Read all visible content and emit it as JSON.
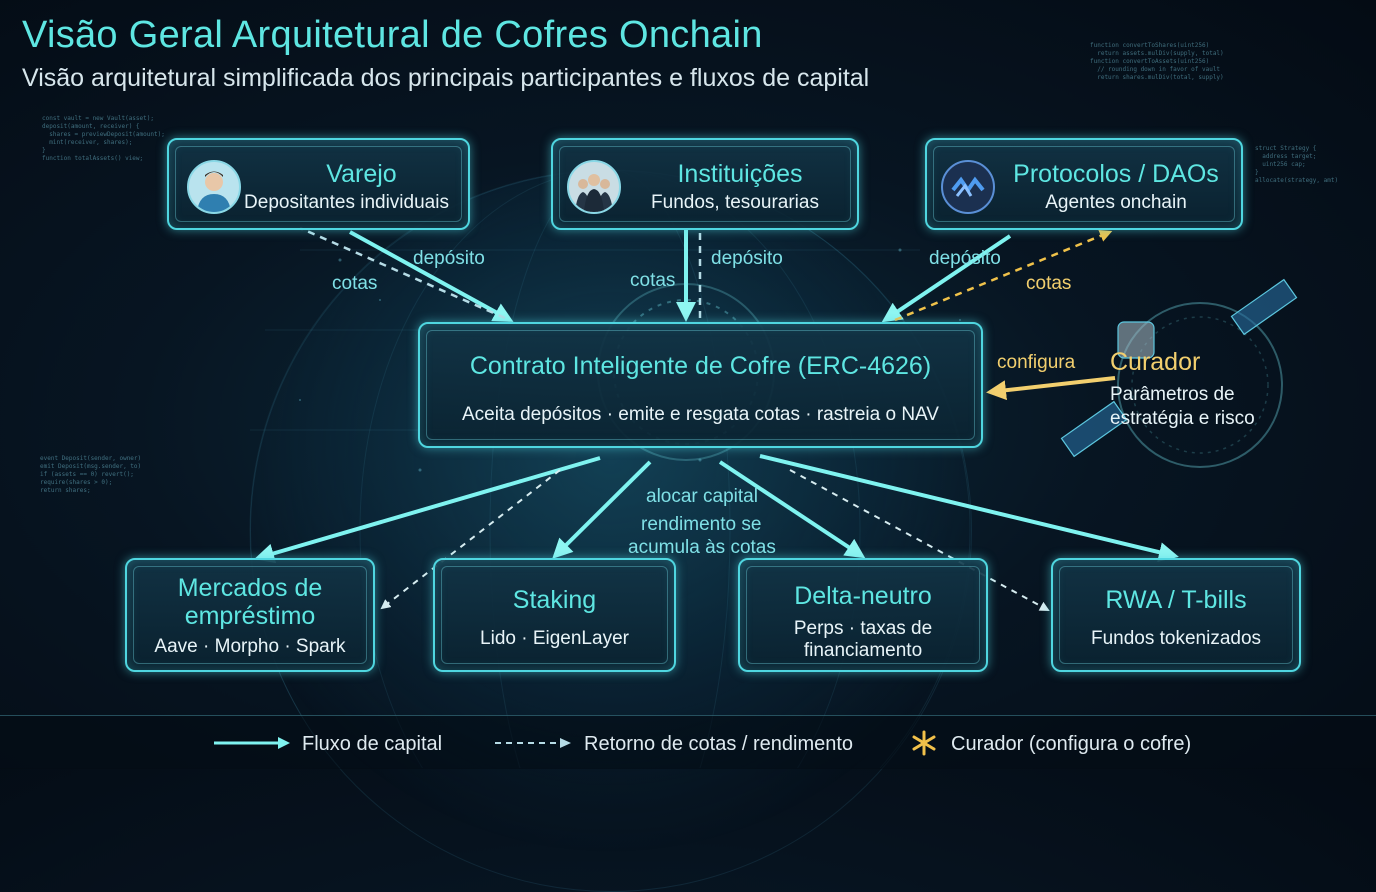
{
  "title": "Visão Geral Arquitetural de Cofres Onchain",
  "subtitle": "Visão arquitetural simplificada dos principais participantes e fluxos de capital",
  "participants": [
    {
      "title": "Varejo",
      "sub": "Depositantes individuais",
      "icon": "person-icon"
    },
    {
      "title": "Instituições",
      "sub": "Fundos, tesourarias",
      "icon": "business-people-icon"
    },
    {
      "title": "Protocolos / DAOs",
      "sub": "Agentes onchain",
      "icon": "protocol-logo-icon"
    }
  ],
  "vault": {
    "title": "Contrato Inteligente de Cofre (ERC-4626)",
    "sub": "Aceita depósitos · emite e resgata cotas · rastreia o NAV"
  },
  "curator": {
    "title": "Curador",
    "sub_line1": "Parâmetros de",
    "sub_line2": "estratégia e risco",
    "icon": "satellite-icon"
  },
  "strategies": [
    {
      "title_line1": "Mercados de",
      "title_line2": "empréstimo",
      "sub": "Aave · Morpho · Spark"
    },
    {
      "title": "Staking",
      "sub": "Lido · EigenLayer"
    },
    {
      "title": "Delta-neutro",
      "sub_line1": "Perps · taxas de",
      "sub_line2": "financiamento"
    },
    {
      "title": "RWA / T-bills",
      "sub": "Fundos tokenizados"
    }
  ],
  "flow_labels": {
    "deposit": "depósito",
    "shares": "cotas",
    "configure": "configura",
    "allocate": "alocar capital",
    "yield_line1": "rendimento se",
    "yield_line2": "acumula às cotas"
  },
  "legend": {
    "capital_flow": "Fluxo de capital",
    "shares_return": "Retorno de cotas / rendimento",
    "curator": "Curador (configura o cofre)"
  },
  "colors": {
    "cyan": "#5ee6e2",
    "arrow": "#7ff3f0",
    "dashed": "#b6dce6",
    "gold": "#f2cf6e"
  }
}
